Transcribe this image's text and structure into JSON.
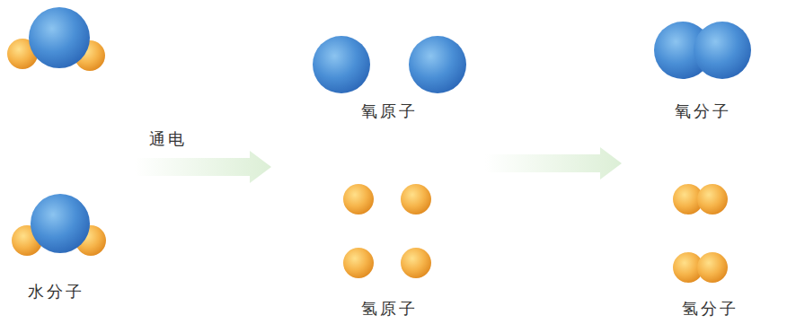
{
  "diagram": {
    "labels": [
      "氧原子",
      "氧分子",
      "通电",
      "水分子",
      "氢原子",
      "氢分子"
    ]
  }
}
